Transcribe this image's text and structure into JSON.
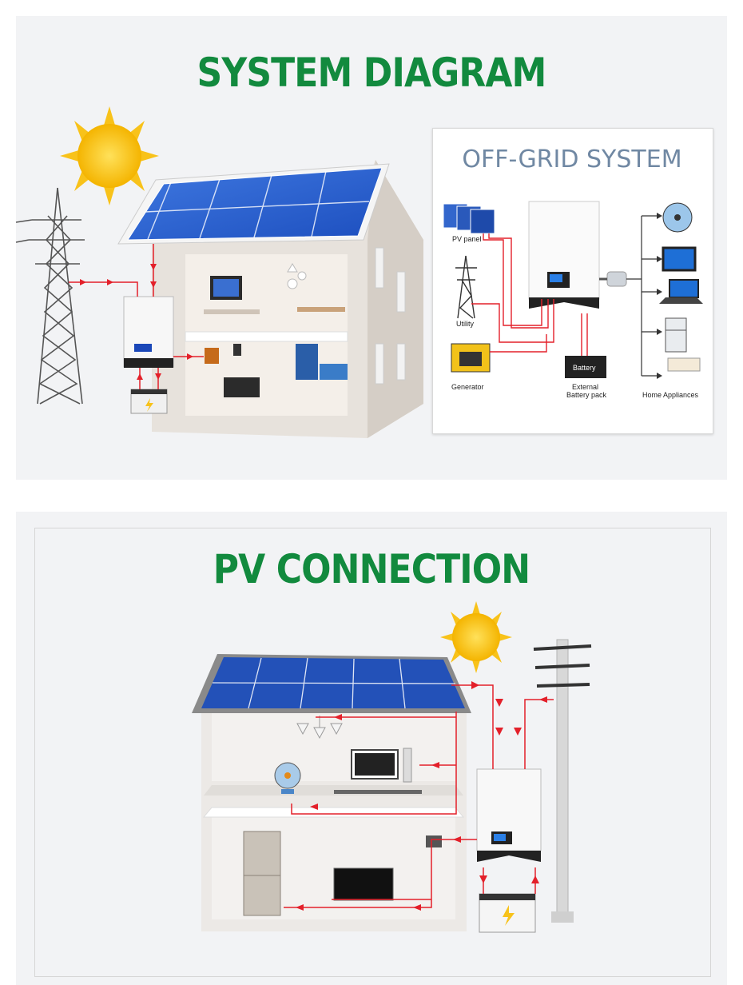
{
  "section1": {
    "title": "SYSTEM DIAGRAM"
  },
  "offgrid": {
    "title": "OFF-GRID SYSTEM",
    "labels": {
      "pv_panel": "PV panel",
      "utility": "Utility",
      "generator": "Generator",
      "battery": "Battery",
      "external_battery": "External",
      "external_battery_2": "Battery pack",
      "home_appliances": "Home Appliances"
    }
  },
  "section2": {
    "title": "PV CONNECTION"
  },
  "colors": {
    "title_green": "#128a3e",
    "offgrid_title": "#7088a3",
    "wire_red": "#e3202a",
    "panel_blue": "#2456c8",
    "panel_bg": "#f2f3f5"
  }
}
